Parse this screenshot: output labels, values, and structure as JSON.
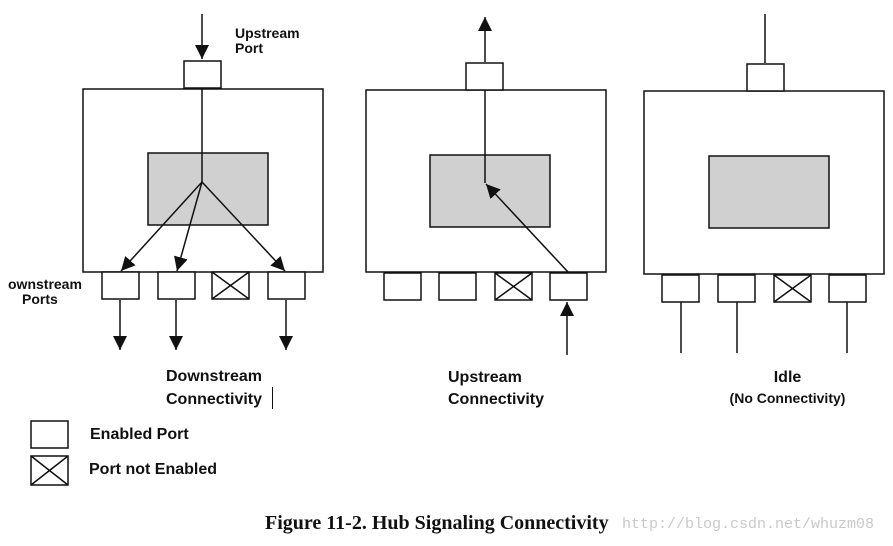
{
  "panels": {
    "downstream": {
      "top_label": [
        "Upstream",
        "Port"
      ],
      "side_label": [
        "ownstream",
        "Ports"
      ],
      "title": [
        "Downstream",
        "Connectivity"
      ]
    },
    "upstream": {
      "title": [
        "Upstream",
        "Connectivity"
      ]
    },
    "idle": {
      "title": "Idle",
      "subtitle": "(No Connectivity)"
    }
  },
  "legend": {
    "enabled": "Enabled Port",
    "not_enabled": "Port not Enabled"
  },
  "caption": "Figure 11-2.  Hub Signaling Connectivity",
  "watermark": "http://blog.csdn.net/whuzm08",
  "colors": {
    "stroke": "#111111",
    "core_fill": "#d0d0d0",
    "background": "#ffffff"
  }
}
